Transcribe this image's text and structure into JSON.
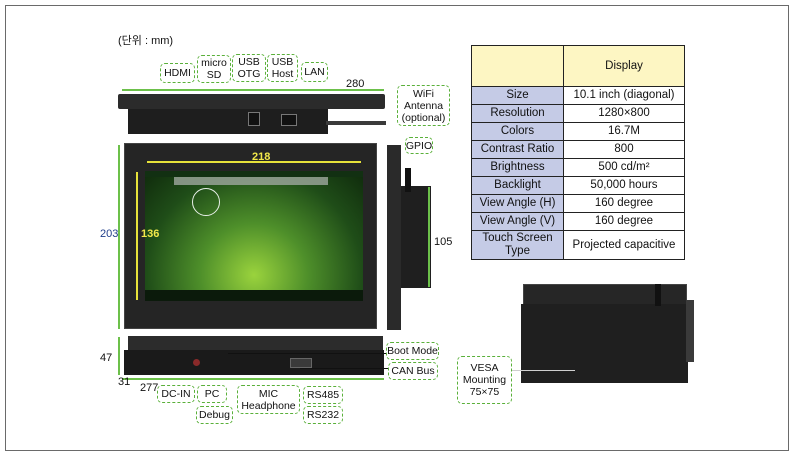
{
  "unit_label": "(단위 : mm)",
  "top_labels": [
    "HDMI",
    "micro\nSD",
    "USB\nOTG",
    "USB\nHost",
    "LAN"
  ],
  "wifi_label": "WiFi\nAntenna\n(optional)",
  "gpio_label": "GPIO",
  "boot_label": "Boot Mode",
  "can_label": "CAN Bus",
  "bottom_labels": {
    "dcin": "DC-IN",
    "pc": "PC",
    "debug": "Debug",
    "mic": "MIC\nHeadphone",
    "rs485": "RS485",
    "rs232": "RS232"
  },
  "vesa_label": "VESA\nMounting\n75×75",
  "dimensions": {
    "w280": "280",
    "w218": "218",
    "h203": "203",
    "h136": "136",
    "d105": "105",
    "d47": "47",
    "d31": "31",
    "w277": "277"
  },
  "spec_table": {
    "header": "Display",
    "rows": [
      {
        "key": "Size",
        "value": "10.1 inch (diagonal)"
      },
      {
        "key": "Resolution",
        "value": "1280×800"
      },
      {
        "key": "Colors",
        "value": "16.7M"
      },
      {
        "key": "Contrast Ratio",
        "value": "800"
      },
      {
        "key": "Brightness",
        "value": "500 cd/m²"
      },
      {
        "key": "Backlight",
        "value": "50,000 hours"
      },
      {
        "key": "View Angle (H)",
        "value": "160 degree"
      },
      {
        "key": "View Angle (V)",
        "value": "160 degree"
      },
      {
        "key": "Touch Screen\nType",
        "value": "Projected capacitive"
      }
    ]
  },
  "colors": {
    "tag_border": "#5ab03a",
    "table_key_bg": "#c5cbe6",
    "table_header_bg": "#fdf6c3",
    "device": "#2b2b2b"
  }
}
